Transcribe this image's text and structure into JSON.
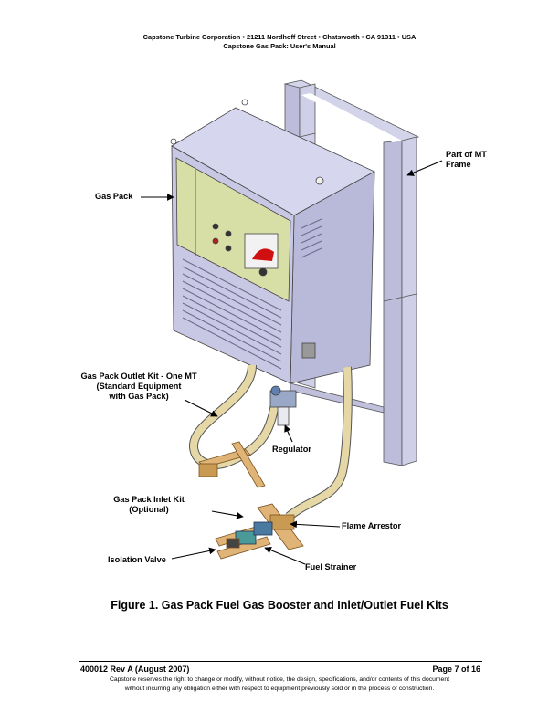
{
  "header": {
    "line1": "Capstone Turbine Corporation • 21211 Nordhoff Street • Chatsworth • CA 91311 • USA",
    "line2": "Capstone Gas Pack: User's Manual"
  },
  "figure": {
    "labels": {
      "gas_pack": "Gas Pack",
      "mt_frame": [
        "Part of MT",
        "Frame"
      ],
      "outlet_kit": [
        "Gas Pack Outlet Kit - One MT",
        "(Standard Equipment",
        "with Gas Pack)"
      ],
      "regulator": "Regulator",
      "inlet_kit": [
        "Gas Pack Inlet Kit",
        "(Optional)"
      ],
      "flame_arrestor": "Flame Arrestor",
      "isolation_valve": "Isolation Valve",
      "fuel_strainer": "Fuel Strainer"
    },
    "caption": "Figure 1. Gas Pack Fuel Gas Booster and Inlet/Outlet Fuel Kits"
  },
  "footer": {
    "doc_id": "400012 Rev A (August 2007)",
    "page": "Page 7 of 16",
    "disclaimer1": "Capstone reserves the right to change or modify, without notice, the design, specifications, and/or contents of this document",
    "disclaimer2": "without incurring any obligation either with respect to equipment previously sold or in the process of construction."
  },
  "colors": {
    "cabinet": "#c9c8e4",
    "panel": "#d8dfa6",
    "pipe": "#e6d8a6",
    "bracket": "#e0b476"
  }
}
